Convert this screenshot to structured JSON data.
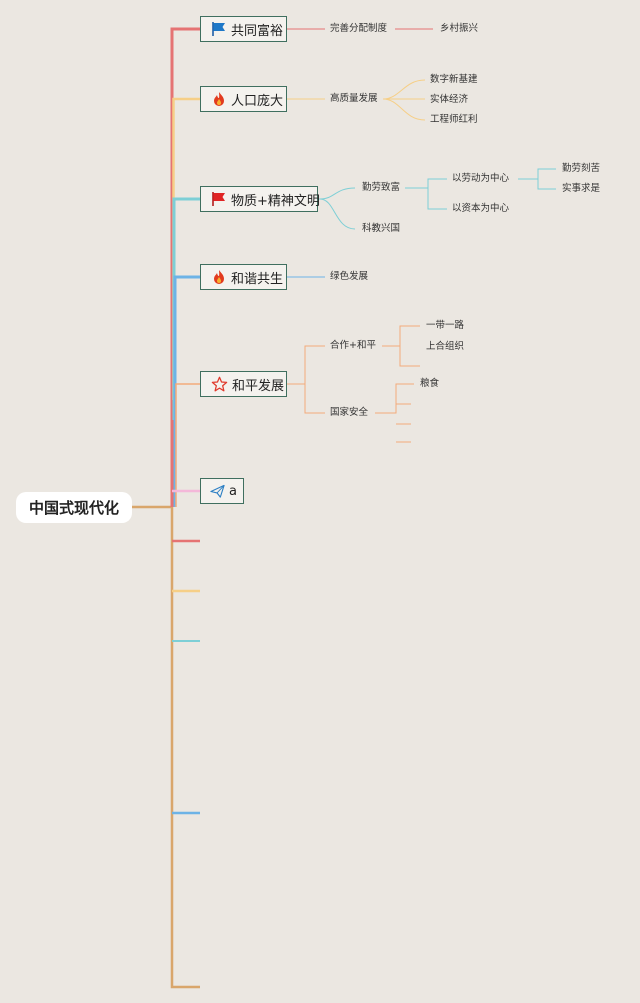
{
  "root": {
    "label": "中国式现代化"
  },
  "branches": [
    {
      "id": "b1",
      "label": "共同富裕",
      "icon": "blue-flag-icon",
      "color": "#e57373"
    },
    {
      "id": "b2",
      "label": "人口庞大",
      "icon": "fire-icon",
      "color": "#f6cf87"
    },
    {
      "id": "b3",
      "label": "物质+精神文明",
      "icon": "red-flag-icon",
      "color": "#7dcfd6"
    },
    {
      "id": "b4",
      "label": "和谐共生",
      "icon": "fire-icon",
      "color": "#6db3e6"
    },
    {
      "id": "b5",
      "label": "和平发展",
      "icon": "star-outline-icon",
      "color": "#f3ab7a"
    },
    {
      "id": "b6",
      "label": "a",
      "icon": "paper-plane-icon",
      "color": "#f4b8d9"
    }
  ],
  "labels": {
    "b1_sub1": "完善分配制度",
    "b1_sub1_1": "乡村振兴",
    "b2_sub1": "高质量发展",
    "b2_sub1_1": "数字新基建",
    "b2_sub1_2": "实体经济",
    "b2_sub1_3": "工程师红利",
    "b3_sub1": "勤劳致富",
    "b3_sub1_1": "以劳动为中心",
    "b3_sub1_1_1": "勤劳刻苦",
    "b3_sub1_1_2": "实事求是",
    "b3_sub1_2": "以资本为中心",
    "b3_sub2": "科教兴国",
    "b4_sub1": "绿色发展",
    "b5_sub1": "合作+和平",
    "b5_sub1_1": "一带一路",
    "b5_sub1_2": "上合组织",
    "b5_sub2": "国家安全",
    "b5_sub2_1": "粮食"
  },
  "colors": {
    "background": "#ebe7e1",
    "node_border": "#3f6f5f",
    "trunk": "#d9a66b"
  }
}
